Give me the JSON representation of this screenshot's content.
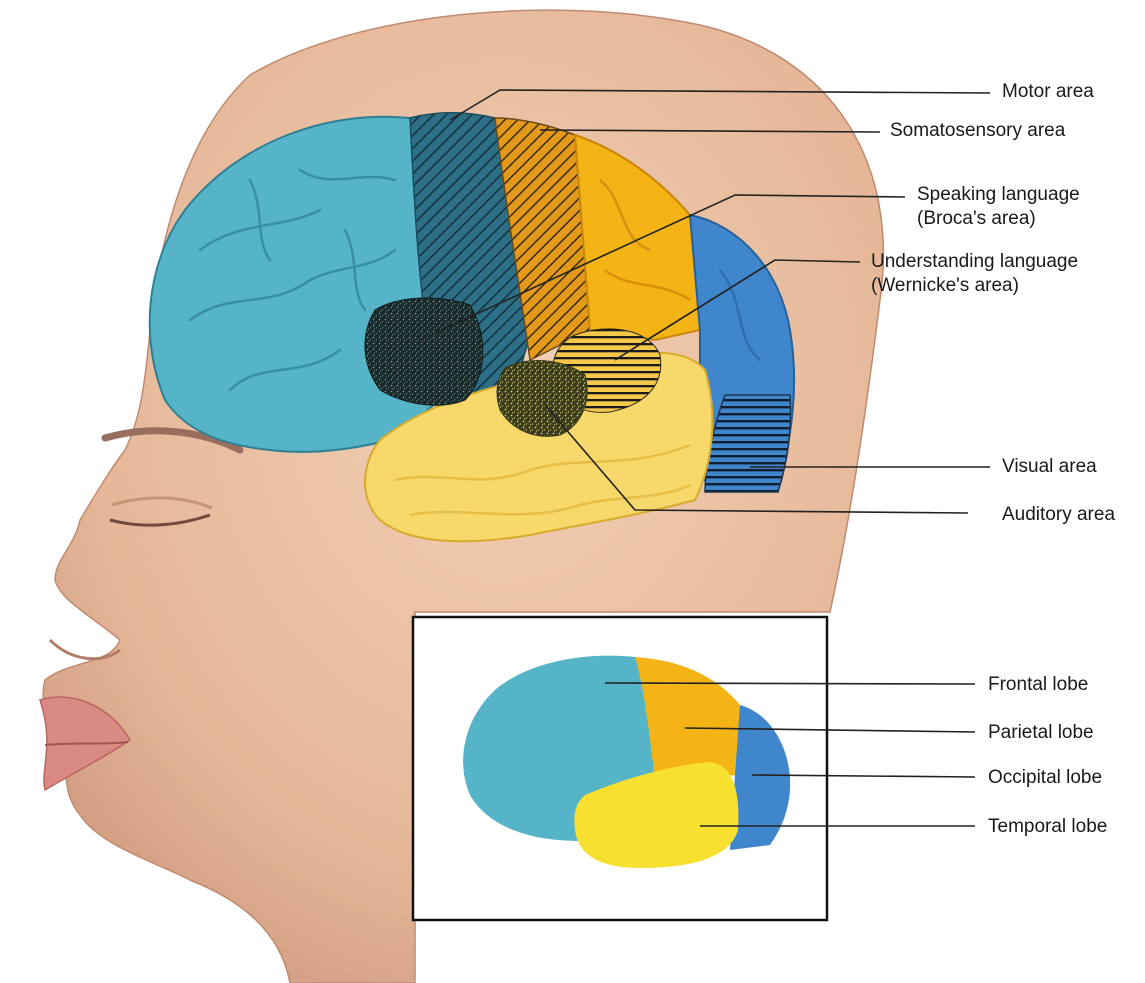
{
  "colors": {
    "skin": "#e9c1a4",
    "skin_shadow": "#c98f76",
    "frontal": "#55b4c8",
    "parietal": "#f5b416",
    "occipital": "#3f86cc",
    "temporal": "#f7d86a",
    "inset_temporal": "#f7e030",
    "hatch": "#1f3b4f",
    "leader": "#222222"
  },
  "brain_labels": {
    "motor": "Motor area",
    "somatosensory": "Somatosensory area",
    "broca_line1": "Speaking language",
    "broca_line2": "(Broca's area)",
    "wernicke_line1": "Understanding language",
    "wernicke_line2": "(Wernicke's area)",
    "visual": "Visual area",
    "auditory": "Auditory area"
  },
  "inset_labels": {
    "frontal": "Frontal lobe",
    "parietal": "Parietal lobe",
    "occipital": "Occipital lobe",
    "temporal": "Temporal lobe"
  }
}
